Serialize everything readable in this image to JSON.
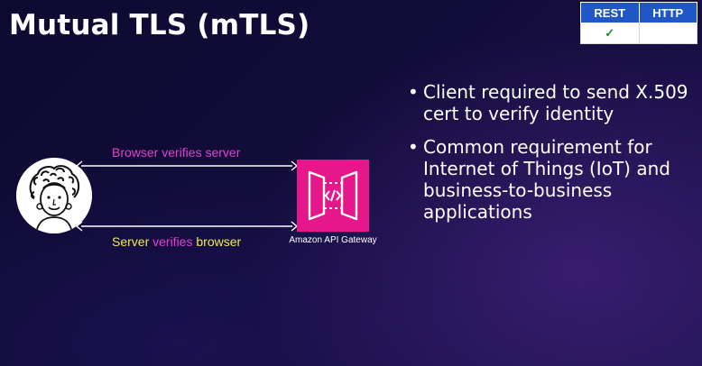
{
  "slide": {
    "title": "Mutual TLS (mTLS)"
  },
  "compat_table": {
    "headers": [
      "REST",
      "HTTP"
    ],
    "rest_mark": "✓",
    "http_mark": "",
    "colors": {
      "header_bg": "#1f57c7",
      "check": "#1e8b2a"
    }
  },
  "diagram": {
    "top_label": "Browser verifies server",
    "bottom_label": {
      "part1": "Server",
      "part2": "verifies",
      "part3": "browser"
    },
    "gateway_caption": "Amazon API Gateway",
    "gateway_icon": "api-gateway-icon",
    "avatar_icon": "person-avatar-icon",
    "colors": {
      "magenta": "#e53fcf",
      "yellow": "#f0ea4a",
      "gateway_bg": "#e5178b"
    }
  },
  "bullets": [
    {
      "dot": "•",
      "text": "Client required to send X.509 cert to verify identity"
    },
    {
      "dot": "•",
      "text": "Common requirement for Internet of Things (IoT) and business-to-business applications"
    }
  ]
}
